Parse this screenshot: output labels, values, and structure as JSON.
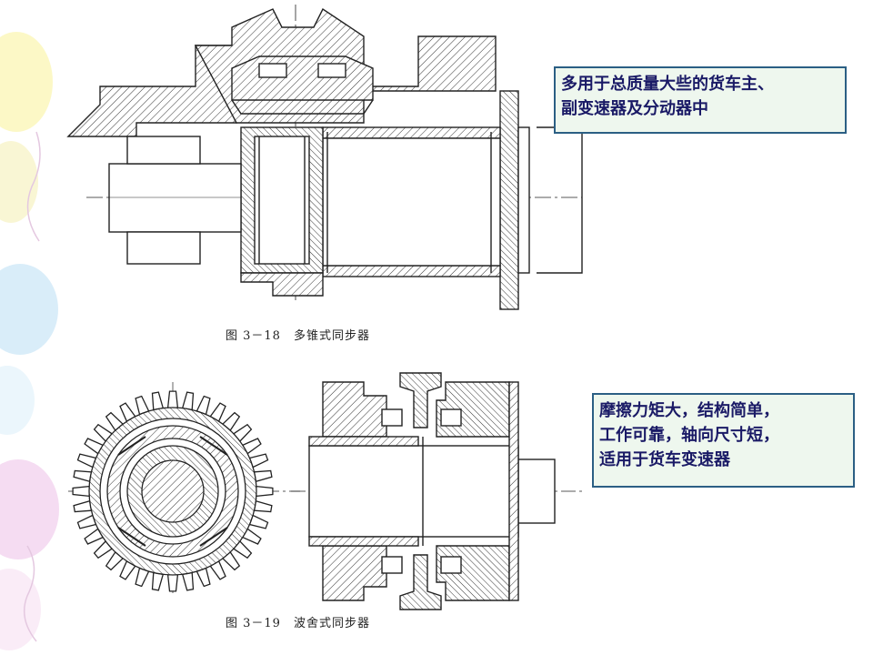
{
  "figures": [
    {
      "caption": "图 3－18　多锥式同步器"
    },
    {
      "caption": "图 3－19　波舍式同步器"
    }
  ],
  "notes": [
    {
      "lines": [
        "多用于总质量大些的货车主、",
        "副变速器及分动器中"
      ]
    },
    {
      "lines": [
        "摩擦力矩大，结构简单，",
        "工作可靠，轴向尺寸短，",
        "适用于货车变速器"
      ]
    }
  ],
  "colors": {
    "note_background": "#eef7ee",
    "note_border": "#2b5f84",
    "note_text": "#1a1a66",
    "line_art": "#222222"
  }
}
